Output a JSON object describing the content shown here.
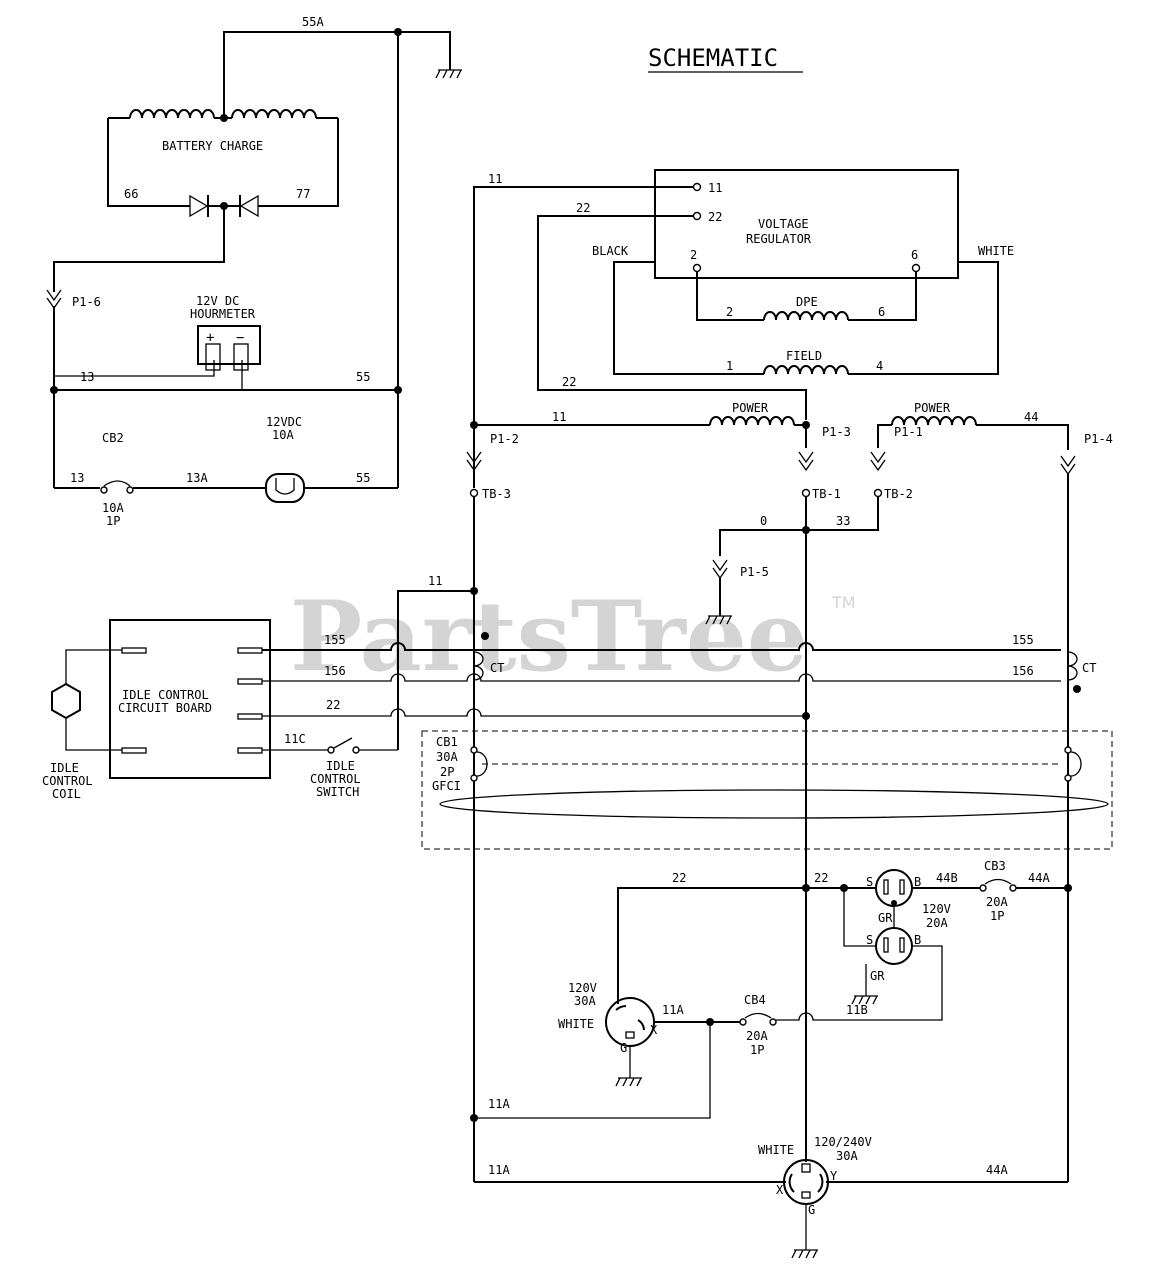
{
  "title": "SCHEMATIC",
  "watermark": {
    "text": "PartsTree",
    "tm": "TM"
  },
  "components": {
    "battery_charge": "BATTERY CHARGE",
    "voltage_regulator": [
      "VOLTAGE",
      "REGULATOR"
    ],
    "hourmeter": [
      "12V DC",
      "HOURMETER"
    ],
    "fuse": [
      "12VDC",
      "10A"
    ],
    "cb2": [
      "CB2",
      "10A",
      "1P"
    ],
    "dpe": "DPE",
    "field": "FIELD",
    "power_left": "POWER",
    "power_right": "POWER",
    "idle_board": [
      "IDLE CONTROL",
      "CIRCUIT BOARD"
    ],
    "idle_coil": [
      "IDLE",
      "CONTROL",
      "COIL"
    ],
    "idle_switch": [
      "IDLE",
      "CONTROL",
      "SWITCH"
    ],
    "cb1": [
      "CB1",
      "30A",
      "2P",
      "GFCI"
    ],
    "cb3": [
      "CB3",
      "20A",
      "1P"
    ],
    "cb4": [
      "CB4",
      "20A",
      "1P"
    ],
    "duplex_rating": [
      "120V",
      "20A"
    ],
    "twistlock_rating": [
      "120V",
      "30A"
    ],
    "twistlock_color": "WHITE",
    "big_rating": [
      "120/240V",
      "30A"
    ],
    "big_color": "WHITE",
    "ct_left": "CT",
    "ct_right": "CT",
    "black": "BLACK",
    "white": "WHITE"
  },
  "connectors": {
    "p1_6": "P1-6",
    "p1_2": "P1-2",
    "p1_3": "P1-3",
    "p1_1": "P1-1",
    "p1_4": "P1-4",
    "p1_5": "P1-5",
    "tb3": "TB-3",
    "tb1": "TB-1",
    "tb2": "TB-2"
  },
  "pins": {
    "reg_11": "11",
    "reg_22": "22",
    "reg_2": "2",
    "reg_6": "6",
    "dpe_2": "2",
    "dpe_6": "6",
    "field_1": "1",
    "field_4": "4",
    "plus": "+",
    "minus": "−",
    "duplex_s1": "S",
    "duplex_b1": "B",
    "duplex_gr1": "GR",
    "duplex_s2": "S",
    "duplex_b2": "B",
    "duplex_gr2": "GR",
    "tw_x": "X",
    "tw_g": "G",
    "big_x": "X",
    "big_y": "Y",
    "big_g": "G"
  },
  "wires": {
    "w55a": "55A",
    "w66": "66",
    "w77": "77",
    "w11_top": "11",
    "w22_top": "22",
    "w13": "13",
    "w55_mid": "55",
    "w22_mid": "22",
    "w11_power": "11",
    "w44": "44",
    "w13_b": "13",
    "w13a": "13A",
    "w55_b": "55",
    "w0": "0",
    "w33": "33",
    "w11_c": "11",
    "w155_l": "155",
    "w156_l": "156",
    "w22_l": "22",
    "w11c": "11C",
    "w155_r": "155",
    "w156_r": "156",
    "w22_b": "22",
    "w22_c": "22",
    "w44b": "44B",
    "w44a": "44A",
    "w11a_a": "11A",
    "w11b": "11B",
    "w11a_b": "11A",
    "w11a_c": "11A",
    "w44a_b": "44A"
  }
}
